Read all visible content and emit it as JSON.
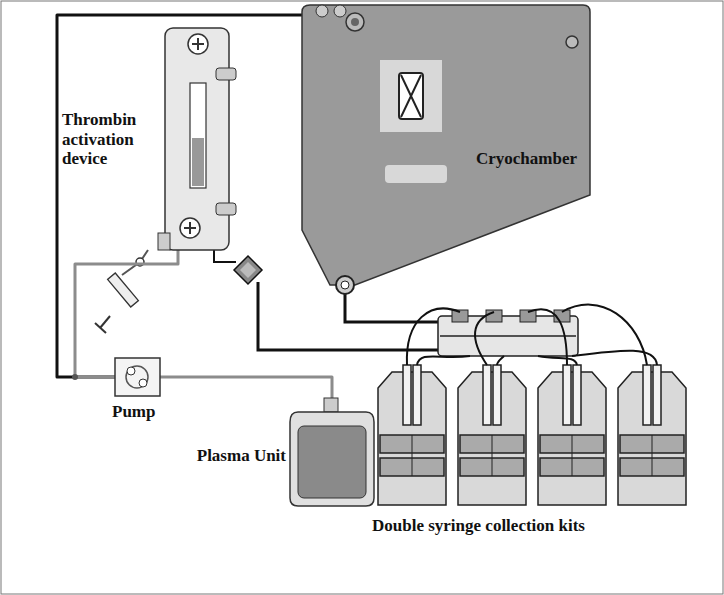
{
  "diagram": {
    "nodes": [
      {
        "text": [
          "Thrombin activation device"
        ]
      },
      {
        "text": [
          "Cryochamber"
        ]
      },
      {
        "text": [
          "Pump"
        ]
      },
      {
        "text": [
          "Plasma Unit"
        ]
      }
    ],
    "edges": [
      {
        "from": 1,
        "to": 2,
        "arrow": "none"
      },
      {
        "from": 0,
        "to": 2,
        "arrow": "none"
      },
      {
        "from": 2,
        "to": 3,
        "arrow": "none"
      }
    ],
    "labels": [
      "Double syringe collection kits"
    ]
  }
}
